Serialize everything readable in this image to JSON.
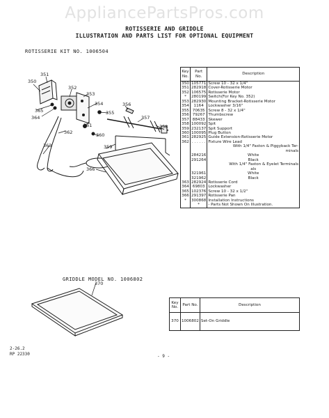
{
  "watermark": "AppliancePartsPros.com",
  "header": {
    "line1": "ROTISSERIE AND GRIDDLE",
    "line2": "ILLUSTRATION AND PARTS LIST FOR OPTIONAL EQUIPMENT"
  },
  "rotisserie_kit": {
    "label": "ROTISSERIE KIT NO. 1006504",
    "callouts": [
      "350",
      "351",
      "352",
      "353",
      "354",
      "355",
      "356",
      "357",
      "358",
      "359",
      "360",
      "361",
      "362",
      "363",
      "364",
      "365",
      "366"
    ],
    "table": {
      "col_key": "Key No.",
      "col_part": "Part No.",
      "col_desc": "Description",
      "rows": [
        {
          "key": "350",
          "part": "105771",
          "desc": "Screw 10 - 32 x 1/4\"",
          "align": "l"
        },
        {
          "key": "351",
          "part": "282918",
          "desc": "Cover-Rotisserie Motor",
          "align": "l"
        },
        {
          "key": "352",
          "part": "106575",
          "desc": "Rotisserie Motor",
          "align": "l"
        },
        {
          "key": "*",
          "part": "280199",
          "desc": "Switch(For Key No. 352)",
          "align": "l"
        },
        {
          "key": "353",
          "part": "282930",
          "desc": "Mounting Bracket-Rotisserie Motor",
          "align": "l"
        },
        {
          "key": "354",
          "part": "1164",
          "desc": "Lockwasher 3/16\"",
          "align": "l"
        },
        {
          "key": "355",
          "part": "70635",
          "desc": "Screw 8 - 32 x 1/4\"",
          "align": "l"
        },
        {
          "key": "356",
          "part": "79267",
          "desc": "Thumbscrew",
          "align": "l"
        },
        {
          "key": "357",
          "part": "88433",
          "desc": "Skewer",
          "align": "l"
        },
        {
          "key": "358",
          "part": "100092",
          "desc": "Spit",
          "align": "l"
        },
        {
          "key": "359",
          "part": "232137",
          "desc": "Spit Support",
          "align": "l"
        },
        {
          "key": "360",
          "part": "100095",
          "desc": "Plug Button",
          "align": "l"
        },
        {
          "key": "361",
          "part": "282925",
          "desc": "Guide Extension-Rotisserie Motor",
          "align": "l"
        },
        {
          "key": "362",
          "part": ". . . . . .",
          "desc": "Fixture Wire Lead",
          "align": "l"
        },
        {
          "key": "",
          "part": "",
          "desc": "With 1/4\" Faston & Piggyback Ter-",
          "align": "r"
        },
        {
          "key": "",
          "part": "",
          "desc": "minals",
          "align": "r"
        },
        {
          "key": "",
          "part": "284216",
          "desc": "White",
          "align": "c"
        },
        {
          "key": "",
          "part": "291264",
          "desc": "Black",
          "align": "c"
        },
        {
          "key": "",
          "part": "",
          "desc": "With 1/4\" Faston & Eyelet Terminals",
          "align": "r"
        },
        {
          "key": "",
          "part": "",
          "desc": "als",
          "align": "c"
        },
        {
          "key": "",
          "part": "321961",
          "desc": "White",
          "align": "c"
        },
        {
          "key": "",
          "part": "321962",
          "desc": "Black",
          "align": "c"
        },
        {
          "key": "363",
          "part": "282924",
          "desc": "Rotisserie Cord",
          "align": "l"
        },
        {
          "key": "364",
          "part": "69803",
          "desc": "Lockwasher",
          "align": "l"
        },
        {
          "key": "365",
          "part": "102376",
          "desc": "Screw 10 - 32 x 1/2\"",
          "align": "l"
        },
        {
          "key": "366",
          "part": "291397",
          "desc": "Rotisserie Pan",
          "align": "l"
        },
        {
          "key": "*",
          "part": "300868",
          "desc": "Installation Instructions",
          "align": "l"
        },
        {
          "key": "",
          "part": "",
          "desc": "",
          "align": "l"
        },
        {
          "key": "",
          "part": "*",
          "desc": "- Parts Not Shown On Illustration.",
          "align": "l"
        }
      ]
    }
  },
  "griddle": {
    "label": "GRIDDLE MODEL NO. 1006802",
    "callout": "370",
    "table": {
      "col_key": "Key No.",
      "col_part": "Part No.",
      "col_desc": "Description",
      "rows": [
        {
          "key": "370",
          "part": "1006802",
          "desc": "Set-On Griddle"
        }
      ]
    }
  },
  "footer": {
    "code1": "2-26.2",
    "code2": "RP 22330",
    "page": "- 9 -"
  }
}
